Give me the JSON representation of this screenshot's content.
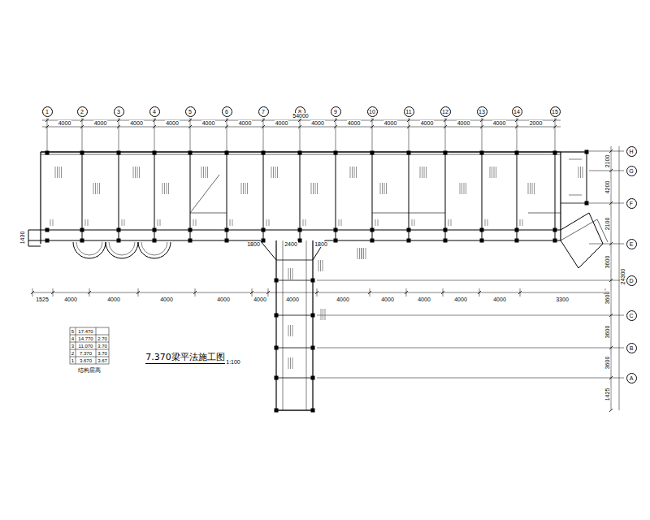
{
  "diagram": {
    "title": "7.370梁平法施工图",
    "nodes": [
      {
        "text": [
          "1"
        ]
      },
      {
        "text": [
          "2"
        ]
      },
      {
        "text": [
          "3"
        ]
      },
      {
        "text": [
          "4"
        ]
      },
      {
        "text": [
          "5"
        ]
      },
      {
        "text": [
          "6"
        ]
      },
      {
        "text": [
          "7"
        ]
      },
      {
        "text": [
          "8"
        ]
      },
      {
        "text": [
          "9"
        ]
      },
      {
        "text": [
          "10"
        ]
      },
      {
        "text": [
          "11"
        ]
      },
      {
        "text": [
          "12"
        ]
      },
      {
        "text": [
          "13"
        ]
      },
      {
        "text": [
          "14"
        ]
      },
      {
        "text": [
          "15"
        ]
      },
      {
        "text": [
          "H"
        ]
      },
      {
        "text": [
          "G"
        ]
      },
      {
        "text": [
          "F"
        ]
      },
      {
        "text": [
          "E"
        ]
      },
      {
        "text": [
          "D"
        ]
      },
      {
        "text": [
          "C"
        ]
      },
      {
        "text": [
          "B"
        ]
      },
      {
        "text": [
          "A"
        ]
      }
    ],
    "edges": [],
    "labels": [
      "54000",
      "4000",
      "4000",
      "4000",
      "4000",
      "4000",
      "4000",
      "4000",
      "4000",
      "4000",
      "4000",
      "4000",
      "4000",
      "4000",
      "2000",
      "1525",
      "4000",
      "4000",
      "4000",
      "4000",
      "4000",
      "4000",
      "4000",
      "4000",
      "4000",
      "4000",
      "4000",
      "3300",
      "2100",
      "4200",
      "2100",
      "3600",
      "3600",
      "3600",
      "3600",
      "1425",
      "24300",
      "1800",
      "2400",
      "1800",
      "1430",
      "5",
      "17.470",
      "4",
      "14.770",
      "2.70",
      "3",
      "11.070",
      "3.70",
      "2",
      "7.370",
      "3.70",
      "1",
      "3.670",
      "3.67",
      "结构层高",
      "1:100"
    ]
  }
}
